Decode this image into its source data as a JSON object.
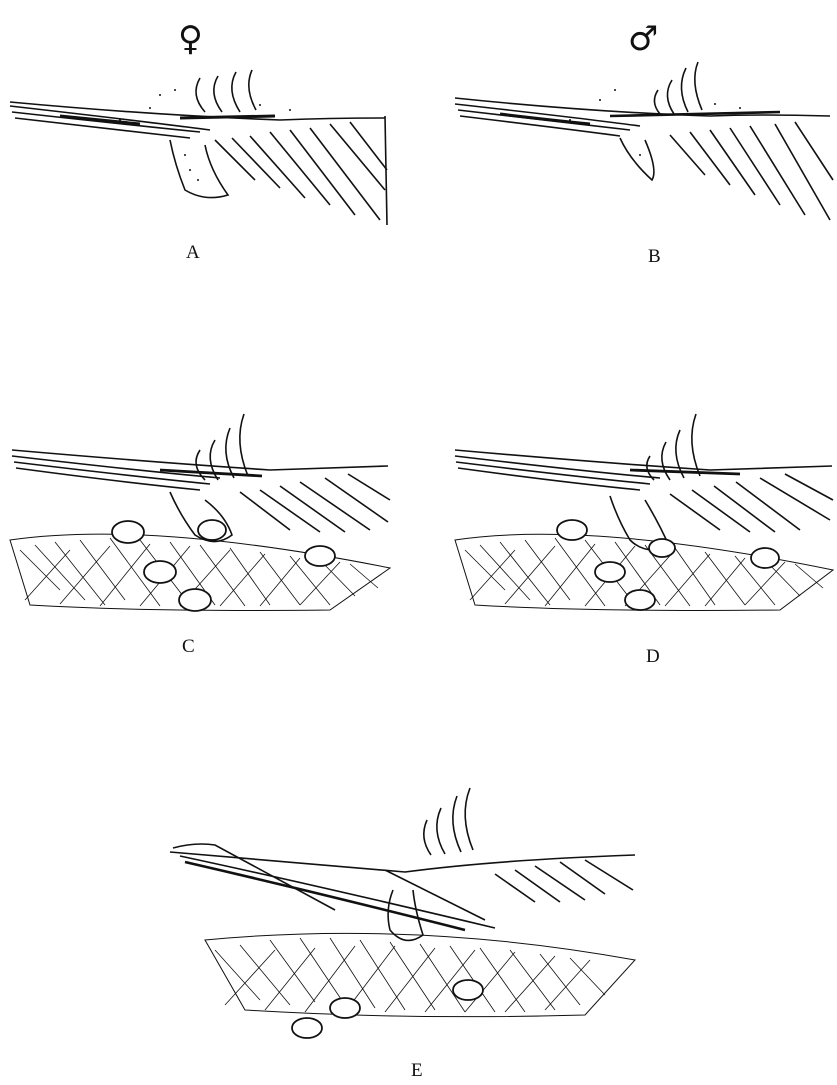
{
  "figure": {
    "panels": [
      {
        "id": "A",
        "label": "A",
        "symbol": "♀",
        "scene": "female-fin-raised"
      },
      {
        "id": "B",
        "label": "B",
        "symbol": "♂",
        "scene": "male-fin-raised"
      },
      {
        "id": "C",
        "label": "C",
        "symbol": "",
        "scene": "female-over-eggs"
      },
      {
        "id": "D",
        "label": "D",
        "symbol": "",
        "scene": "male-over-eggs"
      },
      {
        "id": "E",
        "label": "E",
        "symbol": "",
        "scene": "fin-pressed-to-eggs"
      }
    ],
    "colors": {
      "ink": "#111111",
      "paper": "#ffffff"
    }
  }
}
